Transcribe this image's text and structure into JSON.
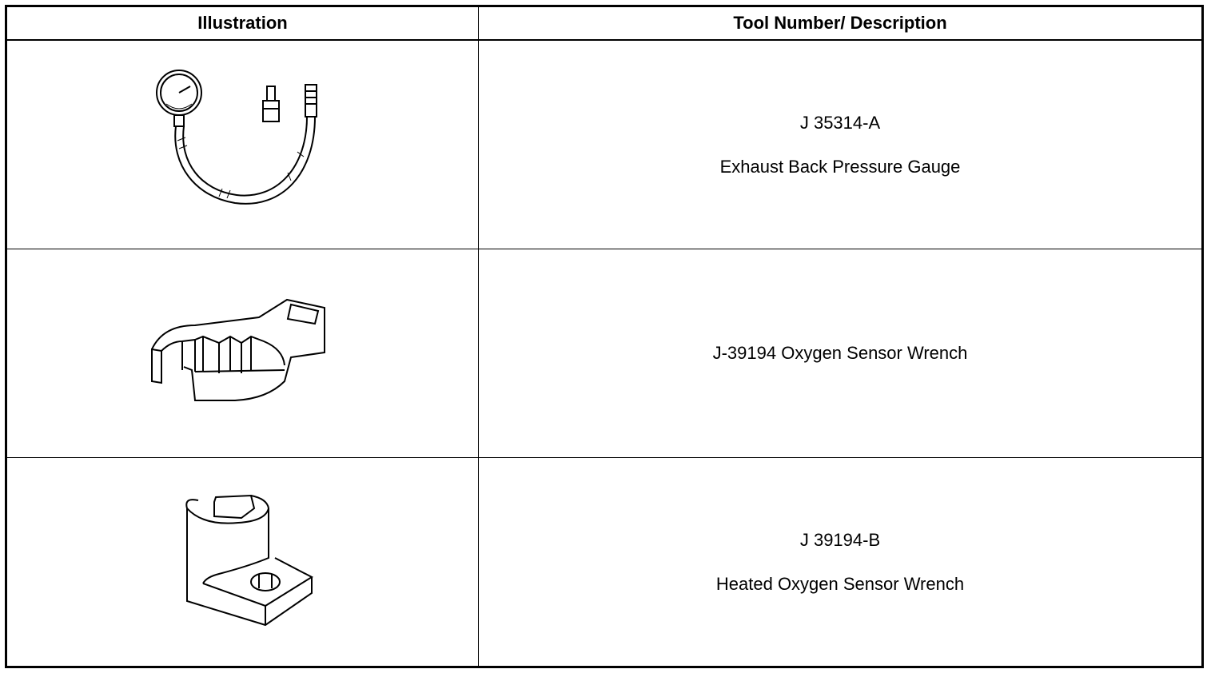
{
  "table": {
    "headers": {
      "illustration": "Illustration",
      "description": "Tool Number/ Description"
    },
    "rows": [
      {
        "tool_number": "J 35314-A",
        "description": "Exhaust Back Pressure Gauge",
        "icon": "pressure-gauge-icon"
      },
      {
        "tool_number": "",
        "description": "J-39194 Oxygen Sensor Wrench",
        "icon": "crowfoot-wrench-icon"
      },
      {
        "tool_number": "J 39194-B",
        "description": "Heated Oxygen Sensor Wrench",
        "icon": "sensor-socket-icon"
      }
    ]
  }
}
